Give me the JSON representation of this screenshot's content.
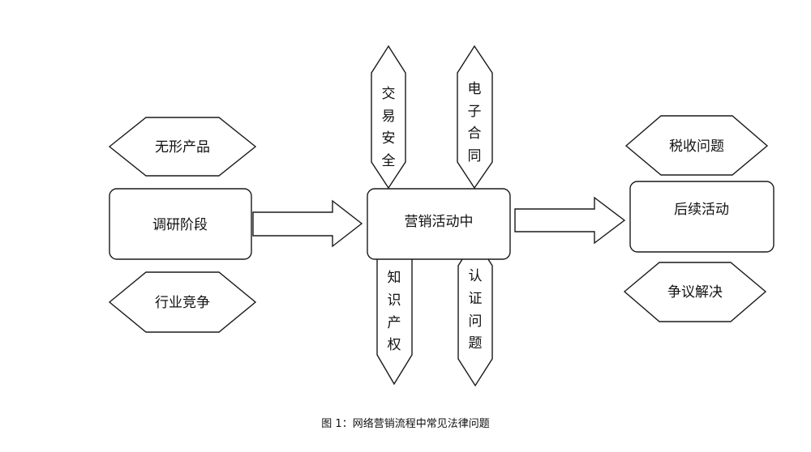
{
  "nodes": {
    "research_stage": "调研阶段",
    "marketing_activity": "营销活动中",
    "followup_activity": "后续活动",
    "intangible_product": "无形产品",
    "industry_competition": "行业竞争",
    "transaction_security": "交易安全",
    "electronic_contract": "电子合同",
    "intellectual_property": "知识产权",
    "certification_issue": "认证问题",
    "tax_issue": "税收问题",
    "dispute_resolution": "争议解决"
  },
  "caption": "图 1：网络营销流程中常见法律问题"
}
